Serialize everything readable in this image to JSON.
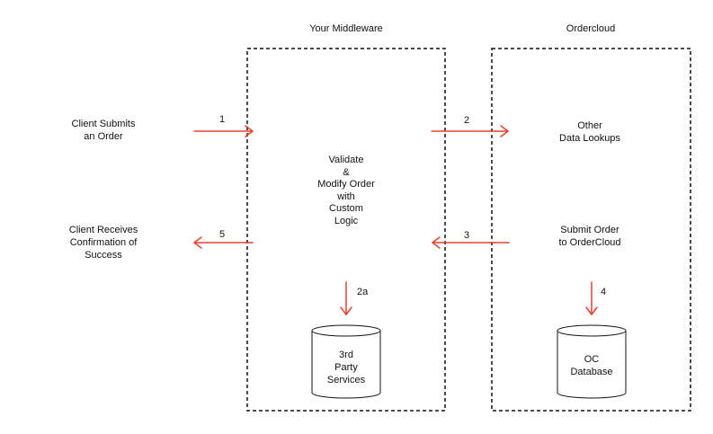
{
  "headers": {
    "middleware": "Your Middleware",
    "ordercloud": "Ordercloud"
  },
  "client": {
    "submit": [
      "Client Submits",
      "an Order"
    ],
    "receive": [
      "Client Receives",
      "Confirmation of",
      "Success"
    ]
  },
  "middleware": {
    "logic": [
      "Validate",
      "&",
      "Modify Order",
      "with",
      "Custom",
      "Logic"
    ],
    "services": [
      "3rd",
      "Party",
      "Services"
    ]
  },
  "ordercloud": {
    "lookups": [
      "Other",
      "Data Lookups"
    ],
    "submit": [
      "Submit Order",
      "to OrderCloud"
    ],
    "database": [
      "OC",
      "Database"
    ]
  },
  "steps": {
    "s1": "1",
    "s2": "2",
    "s2a": "2a",
    "s3": "3",
    "s4": "4",
    "s5": "5"
  },
  "colors": {
    "arrow": "#e8412c",
    "border": "#111111"
  }
}
